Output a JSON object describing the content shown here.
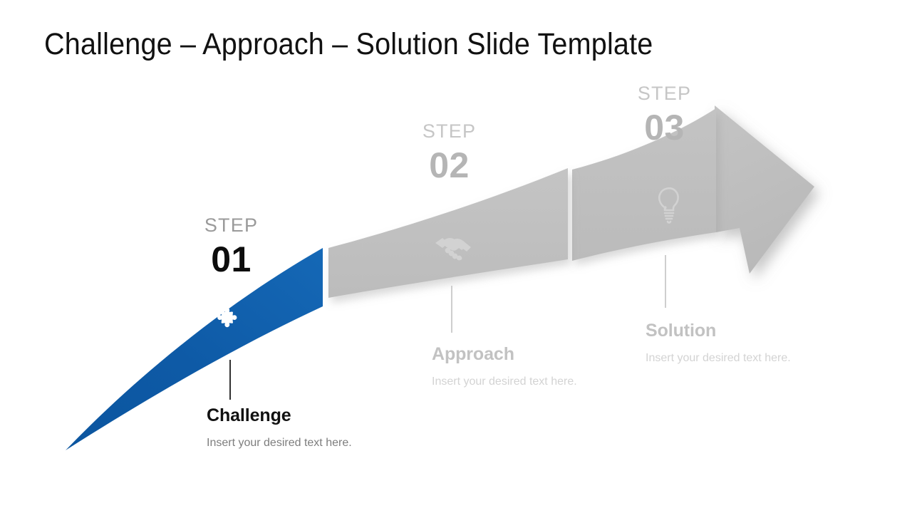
{
  "slide": {
    "title": "Challenge – Approach – Solution Slide Template",
    "background_color": "#ffffff"
  },
  "theme": {
    "accent_blue": "#0d5aa7",
    "accent_blue_light": "#1565b0",
    "segment_gray": "#c0c0c0",
    "text_dark": "#111111",
    "text_gray": "#7d7d7d",
    "text_light_gray": "#c2c2c2",
    "step_word_gray": "#9a9a9a"
  },
  "steps": [
    {
      "step_word": "STEP",
      "step_number": "01",
      "icon": "puzzle-piece-icon",
      "title": "Challenge",
      "body": "Insert your desired text here.",
      "state": "active",
      "segment_color": "#0d5aa7"
    },
    {
      "step_word": "STEP",
      "step_number": "02",
      "icon": "handshake-icon",
      "title": "Approach",
      "body": "Insert your desired text here.",
      "state": "inactive",
      "segment_color": "#c0c0c0"
    },
    {
      "step_word": "STEP",
      "step_number": "03",
      "icon": "lightbulb-icon",
      "title": "Solution",
      "body": "Insert your desired text here.",
      "state": "inactive",
      "segment_color": "#c0c0c0"
    }
  ]
}
